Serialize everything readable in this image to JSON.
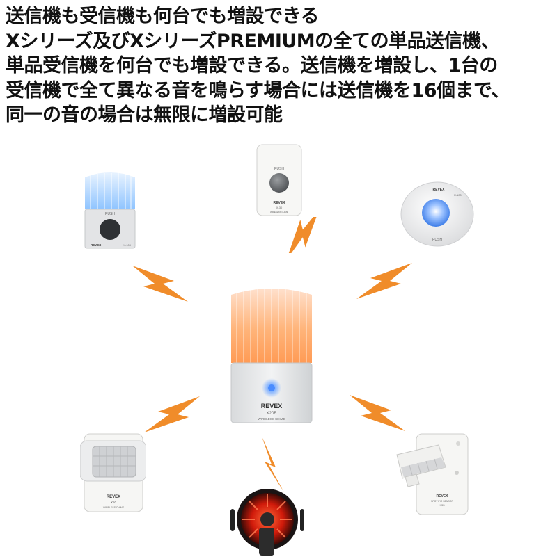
{
  "headline": {
    "lines": [
      "送信機も受信機も何台でも増設できる",
      "Xシリーズ及びXシリーズPREMIUMの全ての単品送信機、",
      "単品受信機を何台でも増設できる。送信機を増設し、1台の",
      "受信機で全て異なる音を鳴らす場合には送信機を16個まで、",
      "同一の音の場合は無限に増設可能"
    ]
  },
  "colors": {
    "bolt": "#f08c2a",
    "receiver_glow": "#ffb070",
    "led_blue": "#4a8cff",
    "strobe_red": "#e02010"
  },
  "devices": {
    "receiver": {
      "brand": "REVEX",
      "model": "X20B",
      "subtitle": "WIRELESS CHIME"
    },
    "push_button_top": {
      "label": "PUSH",
      "brand": "REVEX",
      "model": "X-30",
      "subtitle": "WIRELESS CHIME"
    },
    "lamp_receiver_left": {
      "label": "PUSH",
      "brand": "REVEX",
      "model": "X-100"
    },
    "round_button": {
      "label": "PUSH",
      "brand": "REVEX",
      "model": "X-100"
    },
    "motion_sensor_left": {
      "brand": "REVEX",
      "model": "X50",
      "subtitle": "WIRELESS CHIME"
    },
    "motion_sensor_right": {
      "brand": "REVEX",
      "model": "X55",
      "subtitle": "SPOT PIR SENSOR"
    }
  }
}
